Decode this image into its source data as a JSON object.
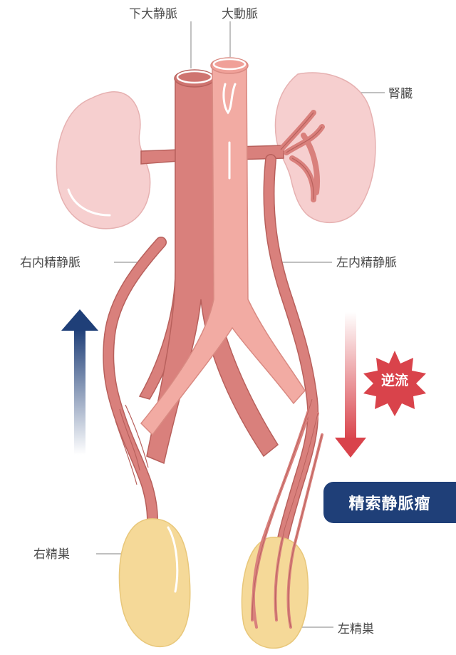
{
  "labels": {
    "ivc": "下大静脈",
    "aorta": "大動脈",
    "kidney": "腎臓",
    "right_spermatic_vein": "右内精静脈",
    "left_spermatic_vein": "左内精静脈",
    "right_testis": "右精巣",
    "left_testis": "左精巣"
  },
  "badges": {
    "varicocele": "精索静脈瘤",
    "reflux": "逆流"
  },
  "colors": {
    "vein": "#d9807c",
    "vein_dark": "#b8605c",
    "artery": "#f2aba3",
    "kidney": "#f6cfcf",
    "testis": "#f5d998",
    "badge_navy": "#1f3f78",
    "arrow_blue": "#1f3f78",
    "arrow_red": "#d9434b",
    "leader_line": "#9a9a9a"
  },
  "icons": {
    "upflow_arrow": "up-arrow-icon",
    "reflux_arrow": "down-arrow-icon",
    "reflux_burst": "starburst-icon"
  }
}
